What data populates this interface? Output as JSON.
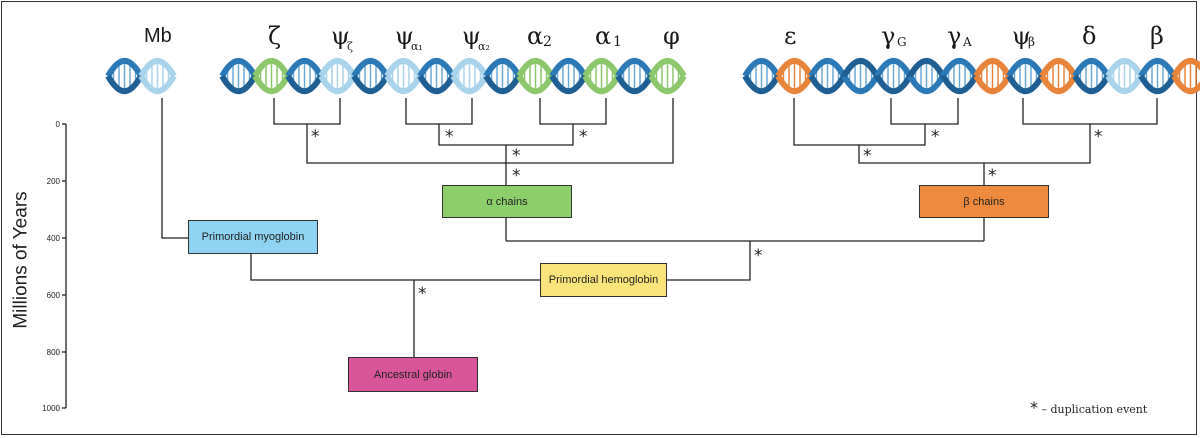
{
  "axis": {
    "label": "Millions of Years",
    "ticks": [
      "0",
      "200",
      "400",
      "600",
      "800",
      "1000"
    ]
  },
  "genes": {
    "mb": "Mb",
    "zeta": "ζ",
    "psi_zeta": {
      "main": "ψ",
      "sub": "ζ"
    },
    "psi_alpha1": {
      "main": "ψ",
      "sub": "α₁"
    },
    "psi_alpha2": {
      "main": "ψ",
      "sub": "α₂"
    },
    "alpha2": {
      "main": "α",
      "sub": "2"
    },
    "alpha1": {
      "main": "α",
      "sub": "1"
    },
    "phi": "φ",
    "epsilon": "ε",
    "gamma_g": {
      "main": "γ",
      "sub": "G"
    },
    "gamma_a": {
      "main": "γ",
      "sub": "A"
    },
    "psi_beta": {
      "main": "ψ",
      "sub": "β"
    },
    "delta": "δ",
    "beta": "β"
  },
  "boxes": {
    "alpha_chains": "α chains",
    "beta_chains": "β chains",
    "primordial_myoglobin": "Primordial myoglobin",
    "primordial_hemoglobin": "Primordial hemoglobin",
    "ancestral_globin": "Ancestral globin"
  },
  "legend": {
    "symbol": "*",
    "text": "– duplication event"
  },
  "colors": {
    "dna_blue": "#2b79b6",
    "dna_light_blue": "#a8d3ea",
    "dna_green": "#8dc76c",
    "dna_orange": "#e8843a",
    "alpha_box": "#8ccf6a",
    "beta_box": "#ee8a3d",
    "myoglobin_box": "#8fd3f3",
    "hemoglobin_box": "#f8e47a",
    "ancestral_box": "#d9559a"
  }
}
